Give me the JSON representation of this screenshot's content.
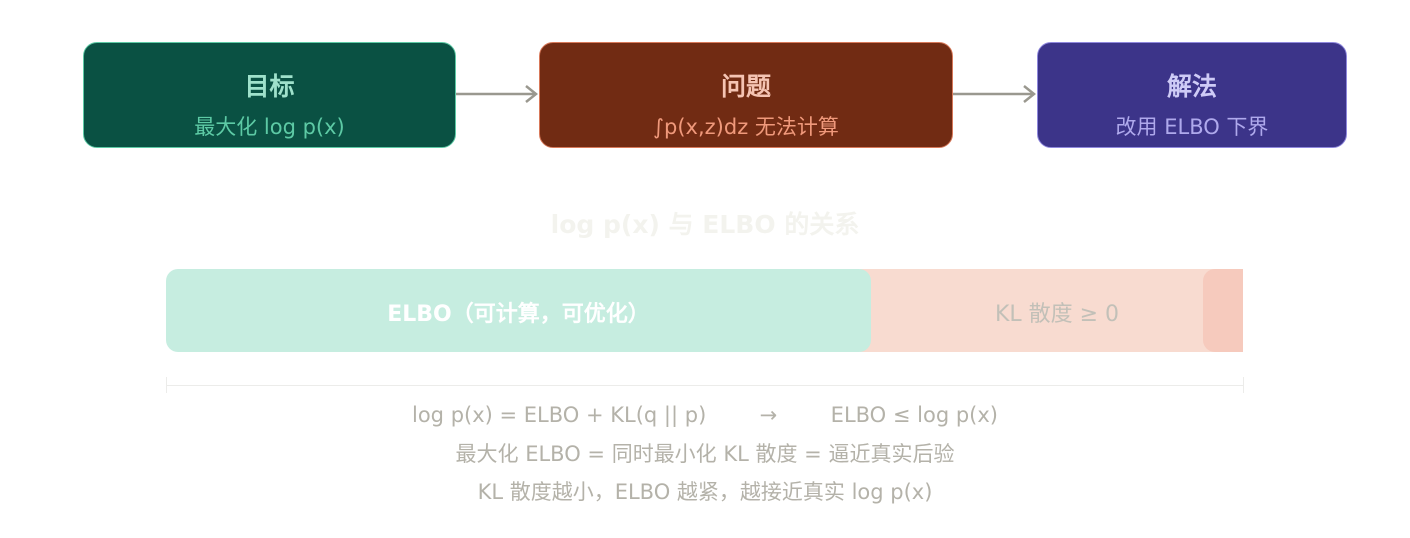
{
  "flow": [
    {
      "title": "目标",
      "subtitle": "最大化 log p(x)",
      "bg": "#0a5143",
      "border": "#5dcaa5",
      "title_color": "#9fe1cb",
      "subtitle_color": "#5dcaa5"
    },
    {
      "title": "问题",
      "subtitle": "∫p(x,z)dz 无法计算",
      "bg": "#712b13",
      "border": "#d8795a",
      "title_color": "#f5c4b3",
      "subtitle_color": "#f0997b"
    },
    {
      "title": "解法",
      "subtitle": "改用 ELBO 下界",
      "bg": "#3c3489",
      "border": "#8f88dd",
      "title_color": "#cecbf6",
      "subtitle_color": "#afa9ec"
    }
  ],
  "relation": {
    "title": "log p(x) 与 ELBO 的关系",
    "elbo_label": "ELBO（可计算，可优化）",
    "kl_label": "KL 散度 ≥ 0",
    "lines": [
      "log p(x) = ELBO + KL(q || p)        →        ELBO ≤ log p(x)",
      "最大化 ELBO = 同时最小化 KL 散度 = 逼近真实后验",
      "KL 散度越小，ELBO 越紧，越接近真实 log p(x)"
    ]
  }
}
